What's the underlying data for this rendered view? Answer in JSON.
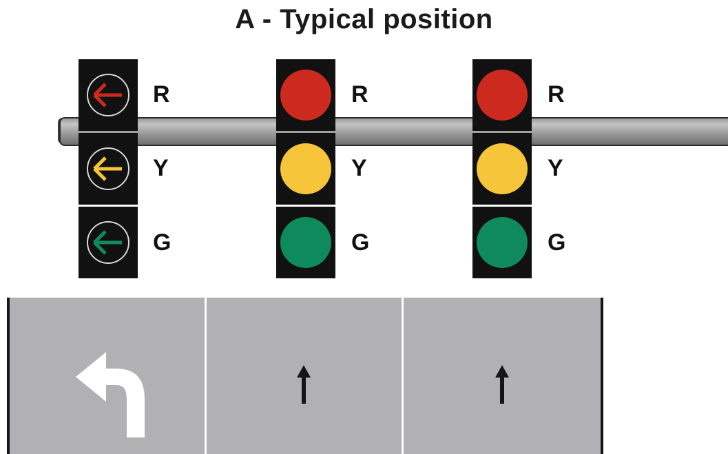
{
  "title": "A - Typical position",
  "colors": {
    "red": "#cc2a1e",
    "yellow": "#f7c53a",
    "green": "#0e8a5c",
    "head_background": "#111111",
    "pole": "#a8a8a8",
    "road": "#b1b1b3",
    "lane_marking": "#ffffff"
  },
  "signals": [
    {
      "type": "left-arrow",
      "lamps": [
        {
          "letter": "R",
          "color": "red",
          "icon": "left-arrow-icon"
        },
        {
          "letter": "Y",
          "color": "yellow",
          "icon": "left-arrow-icon"
        },
        {
          "letter": "G",
          "color": "green",
          "icon": "left-arrow-icon"
        }
      ]
    },
    {
      "type": "ball",
      "lamps": [
        {
          "letter": "R",
          "color": "red",
          "icon": "circle"
        },
        {
          "letter": "Y",
          "color": "yellow",
          "icon": "circle"
        },
        {
          "letter": "G",
          "color": "green",
          "icon": "circle"
        }
      ]
    },
    {
      "type": "ball",
      "lamps": [
        {
          "letter": "R",
          "color": "red",
          "icon": "circle"
        },
        {
          "letter": "Y",
          "color": "yellow",
          "icon": "circle"
        },
        {
          "letter": "G",
          "color": "green",
          "icon": "circle"
        }
      ]
    }
  ],
  "lanes": [
    {
      "marking": "left-turn-arrow-icon"
    },
    {
      "marking": "straight-arrow-icon"
    },
    {
      "marking": "straight-arrow-icon"
    }
  ]
}
